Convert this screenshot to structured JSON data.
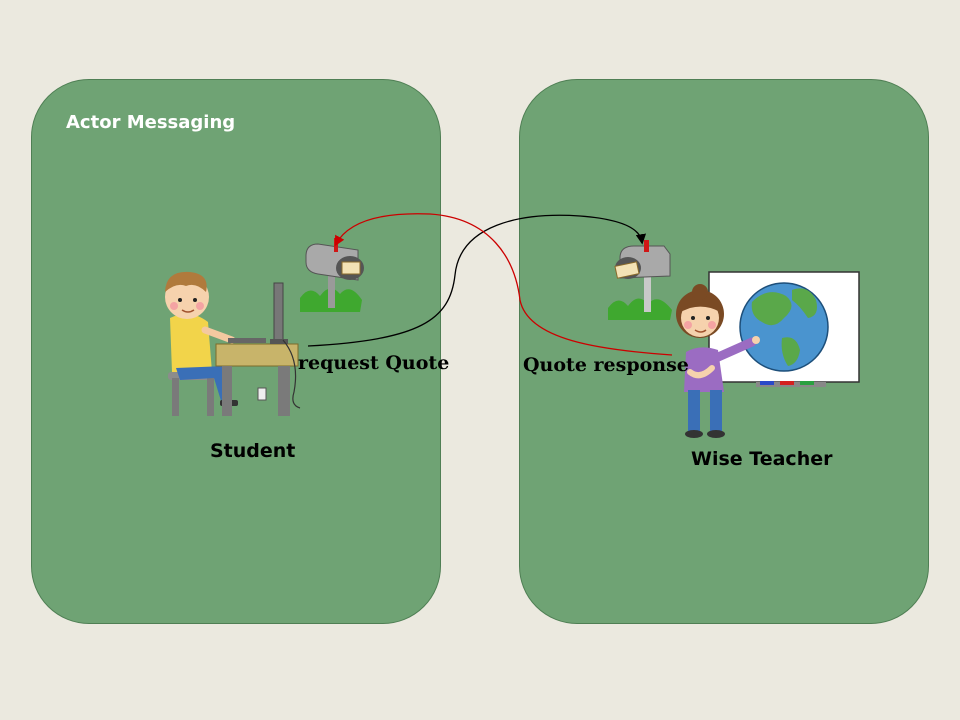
{
  "title": "Actor Messaging",
  "actors": {
    "student": {
      "label": "Student"
    },
    "teacher": {
      "label": "Wise Teacher"
    }
  },
  "messages": {
    "request": "request Quote",
    "response": "Quote response"
  },
  "colors": {
    "background": "#ebe9df",
    "panel": "#6fa374",
    "request_arrow": "#000000",
    "response_arrow": "#cc0000"
  }
}
